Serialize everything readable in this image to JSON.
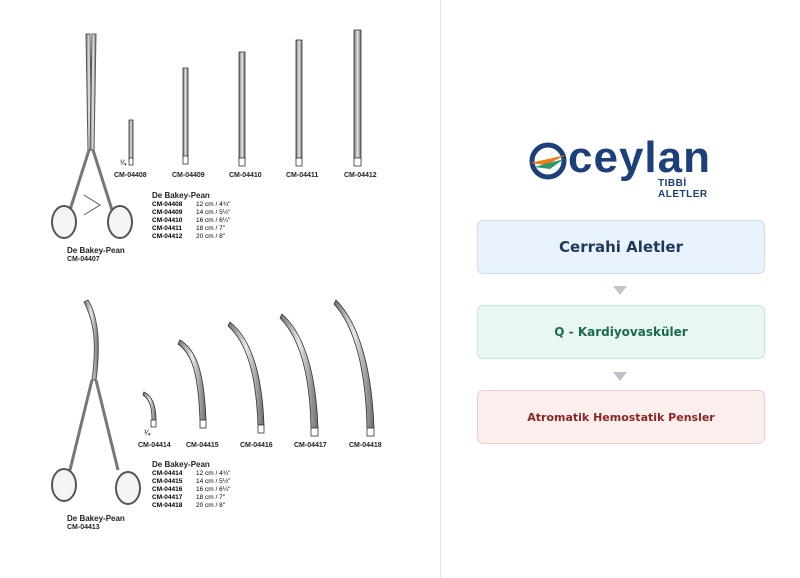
{
  "catalog": {
    "group1": {
      "fraction_label": "¼",
      "codes": [
        "CM-04408",
        "CM-04409",
        "CM-04410",
        "CM-04411",
        "CM-04412"
      ],
      "spec_title": "De Bakey-Pean",
      "specs": [
        {
          "code": "CM-04408",
          "size": "12 cm / 4¾\""
        },
        {
          "code": "CM-04409",
          "size": "14 cm / 5½\""
        },
        {
          "code": "CM-04410",
          "size": "16 cm / 6¼\""
        },
        {
          "code": "CM-04411",
          "size": "18 cm / 7\""
        },
        {
          "code": "CM-04412",
          "size": "20 cm / 8\""
        }
      ],
      "main_name": "De Bakey-Pean",
      "main_code": "CM-04407"
    },
    "group2": {
      "fraction_label": "¼",
      "codes": [
        "CM-04414",
        "CM-04415",
        "CM-04416",
        "CM-04417",
        "CM-04418"
      ],
      "spec_title": "De Bakey-Pean",
      "specs": [
        {
          "code": "CM-04414",
          "size": "12 cm / 4¾\""
        },
        {
          "code": "CM-04415",
          "size": "14 cm / 5½\""
        },
        {
          "code": "CM-04416",
          "size": "16 cm / 6¼\""
        },
        {
          "code": "CM-04417",
          "size": "18 cm / 7\""
        },
        {
          "code": "CM-04418",
          "size": "20 cm / 8\""
        }
      ],
      "main_name": "De Bakey-Pean",
      "main_code": "CM-04413"
    }
  },
  "brand": {
    "name": "ceylan",
    "subtitle": "TIBBİ ALETLER",
    "colors": {
      "primary": "#1d3f7a",
      "accent_orange": "#f07a1a",
      "accent_green": "#2a9a6a"
    }
  },
  "breadcrumb": {
    "level1": "Cerrahi Aletler",
    "level2": "Q - Kardiyovasküler",
    "level3": "Atromatik Hemostatik Pensler"
  }
}
